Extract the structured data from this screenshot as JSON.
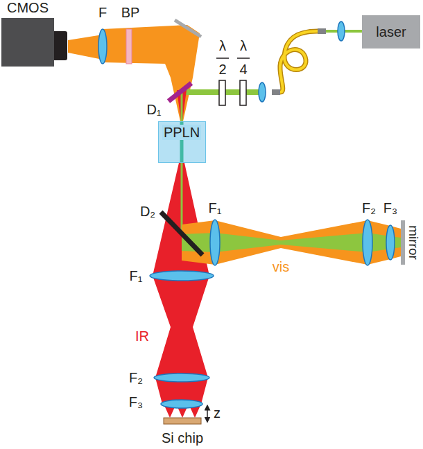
{
  "diagram": {
    "nodes": [
      {
        "text": [
          "CMOS"
        ]
      },
      {
        "text": [
          "laser"
        ]
      },
      {
        "text": [
          "PPLN"
        ]
      }
    ],
    "labels": [
      "F",
      "BP",
      "λ",
      "2",
      "λ",
      "4",
      "D₁",
      "F₁",
      "F₂",
      "F₃",
      "D₂",
      "vis",
      "F₁",
      "mirror",
      "IR",
      "F₂",
      "F₃",
      "z",
      "Si chip"
    ]
  }
}
